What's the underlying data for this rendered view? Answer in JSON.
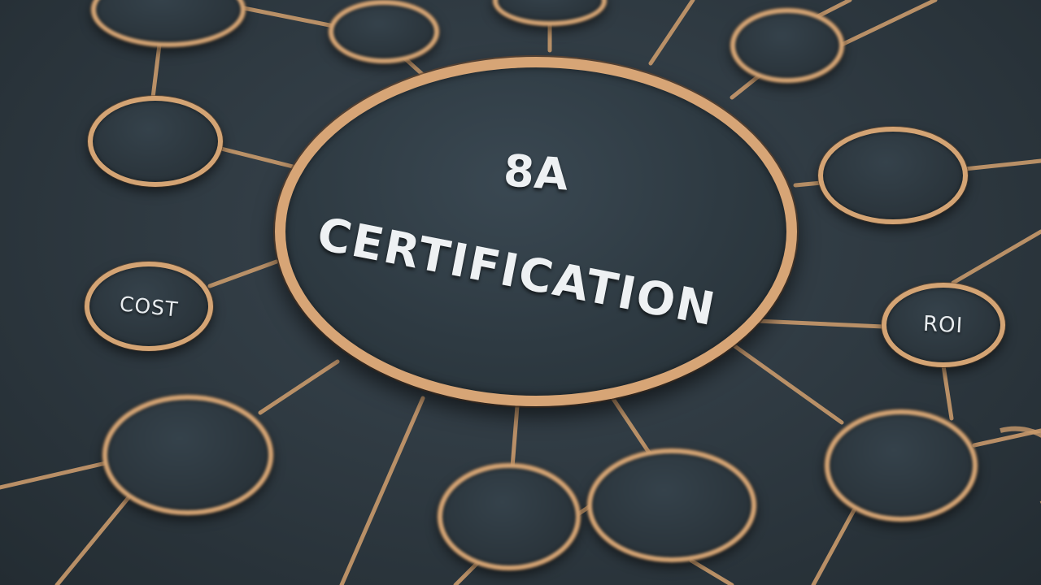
{
  "hub": {
    "line1": "8A",
    "line2": "CERTIFICATION"
  },
  "nodes": {
    "top_left": "",
    "top_left_2": "",
    "top_center": "",
    "top_right": "",
    "upper_left": "",
    "right_empty": "",
    "cost": "COST",
    "roi": "ROI",
    "lower_left": "",
    "bottom_center_left": "",
    "bottom_center_right": "",
    "lower_right": ""
  },
  "colors": {
    "background": "#2c363d",
    "ring": "#d4a474",
    "text": "#eef1f3"
  }
}
